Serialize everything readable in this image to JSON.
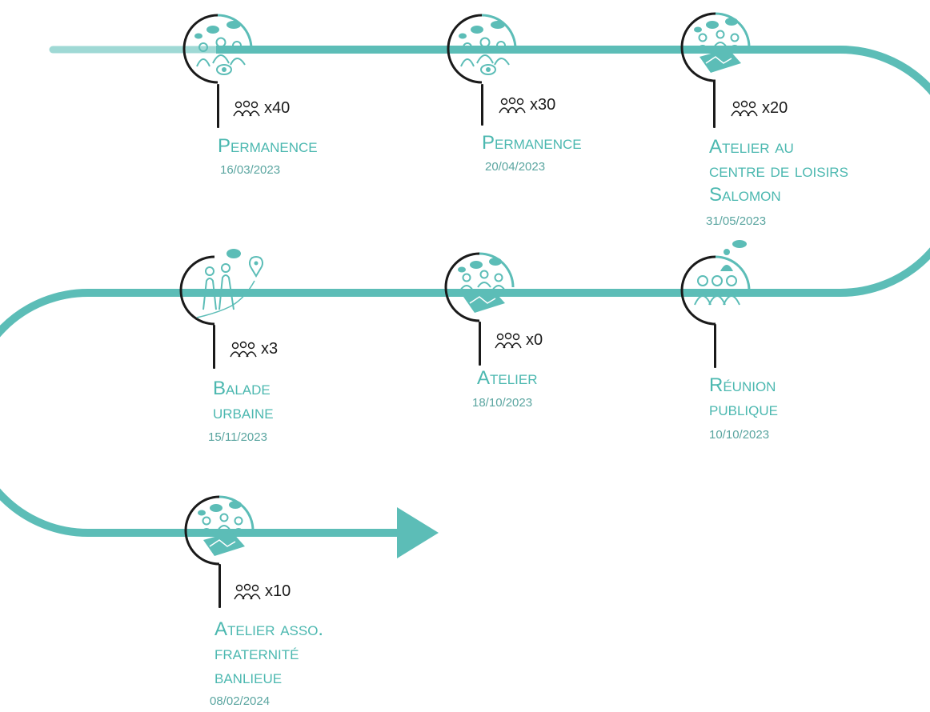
{
  "colors": {
    "path": "#5cbdb7",
    "path_light": "#9fd9d5",
    "accent": "#4cb8b0",
    "date": "#5aa5a0",
    "ink": "#1a1a1a"
  },
  "events": [
    {
      "icon": "group-discussion-icon",
      "count": "x40",
      "title_lines": [
        "Permanence"
      ],
      "date": "16/03/2023"
    },
    {
      "icon": "group-discussion-icon",
      "count": "x30",
      "title_lines": [
        "Permanence"
      ],
      "date": "20/04/2023"
    },
    {
      "icon": "workshop-map-icon",
      "count": "x20",
      "title_lines": [
        "Atelier au",
        "centre de loisirs",
        "Salomon"
      ],
      "date": "31/05/2023"
    },
    {
      "icon": "public-meeting-icon",
      "count": "",
      "title_lines": [
        "Réunion",
        "publique"
      ],
      "date": "10/10/2023"
    },
    {
      "icon": "workshop-map-icon",
      "count": "x0",
      "title_lines": [
        "Atelier"
      ],
      "date": "18/10/2023"
    },
    {
      "icon": "urban-walk-icon",
      "count": "x3",
      "title_lines": [
        "Balade",
        "urbaine"
      ],
      "date": "15/11/2023"
    },
    {
      "icon": "workshop-map-icon",
      "count": "x10",
      "title_lines": [
        "Atelier asso.",
        "fraternité",
        "banlieue"
      ],
      "date": "08/02/2024"
    }
  ]
}
